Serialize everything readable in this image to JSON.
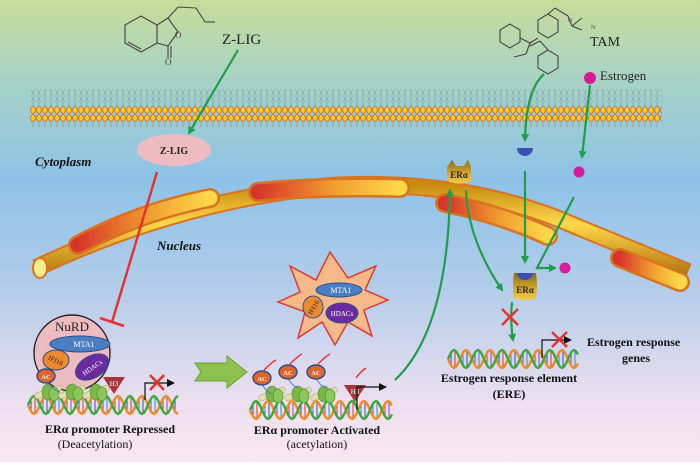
{
  "diagram": {
    "title_compounds": {
      "zlig_label": "Z-LIG",
      "tam_label": "TAM",
      "estrogen_label": "Estrogen"
    },
    "regions": {
      "cytoplasm": "Cytoplasm",
      "nucleus": "Nucleus"
    },
    "zlig_node": "Z-LIG",
    "era_cytoplasm": "ERα",
    "era_complex": "ERα",
    "nurd": {
      "title": "NuRD",
      "mta1": "MTA1",
      "ifi16": "IFI16",
      "hdacs": "HDACs"
    },
    "released_complex": {
      "mta1": "MTA1",
      "ifi16": "IFI16",
      "hdacs": "HDACs"
    },
    "ac_label": "AC",
    "h3_label": "H3",
    "repressed": {
      "title": "ERα promoter Repressed",
      "subtitle": "(Deacetylation)"
    },
    "activated": {
      "title": "ERα promoter Activated",
      "subtitle": "(acetylation)"
    },
    "ere": {
      "title": "Estrogen response element",
      "subtitle": "(ERE)"
    },
    "genes": {
      "line1": "Estrogen response",
      "line2": "genes"
    },
    "colors": {
      "activation_arrow": "#1f9e4a",
      "inhibition": "#e8302a",
      "zlig_node": "#eebcc0",
      "estrogen": "#d81b9a",
      "tam_receptor": "#3a4fb0",
      "mta1": "#4a7fc4",
      "ifi16": "#ee8a2e",
      "hdacs": "#6a2aa0",
      "ac": "#e0642a",
      "h3": "#a8343a",
      "starburst": "#f6b98a",
      "transition_arrow": "#8dc04c"
    }
  }
}
